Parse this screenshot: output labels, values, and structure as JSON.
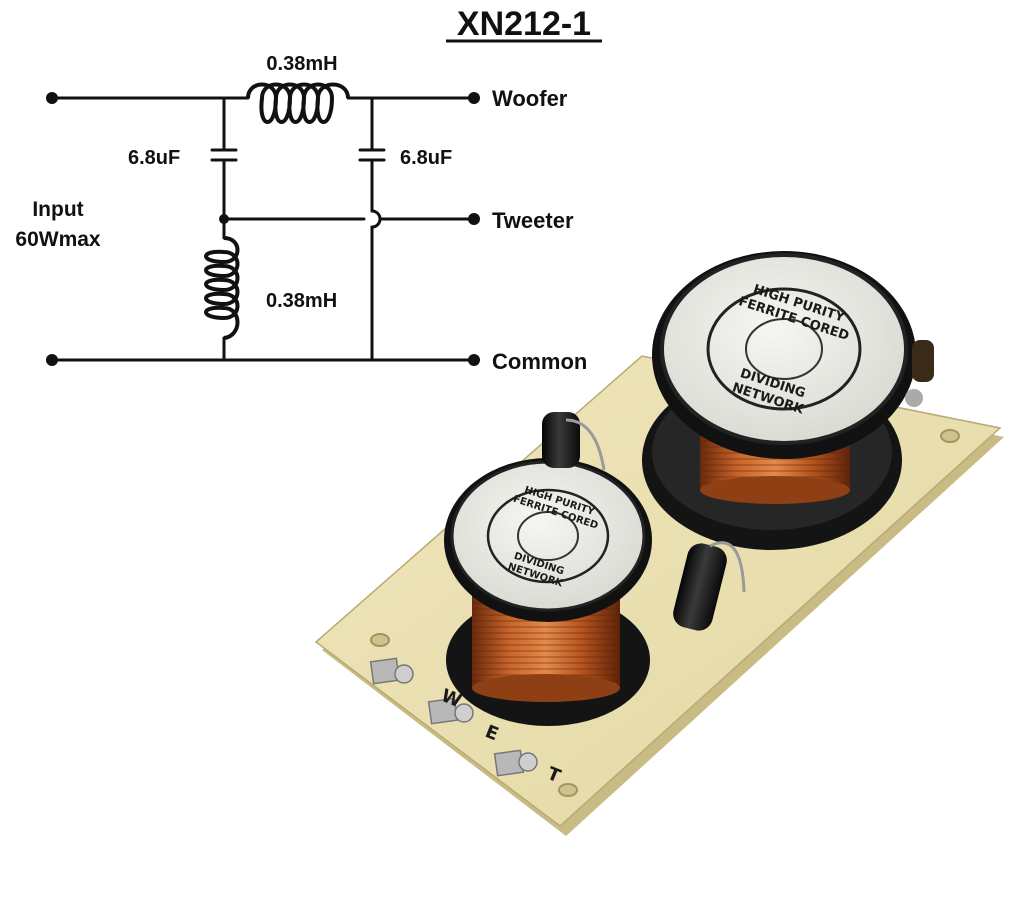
{
  "title": "XN212-1",
  "schematic": {
    "series_inductor": "0.38mH",
    "shunt_inductor": "0.38mH",
    "cap_left": "6.8uF",
    "cap_right": "6.8uF",
    "input_label_1": "Input",
    "input_label_2": "60Wmax",
    "out_woofer": "Woofer",
    "out_tweeter": "Tweeter",
    "out_common": "Common"
  },
  "photo": {
    "coil_print_1": "HIGH PURITY",
    "coil_print_2": "FERRITE CORED",
    "coil_print_3": "DIVIDING",
    "coil_print_4": "NETWORK",
    "terminal_w": "W",
    "terminal_e": "E",
    "terminal_t": "T"
  },
  "colors": {
    "wire": "#111111",
    "board": "#ece3b8",
    "copper": "#b8561f",
    "ferrite": "#1a1a1a",
    "label_disc": "#e9e9e4"
  }
}
